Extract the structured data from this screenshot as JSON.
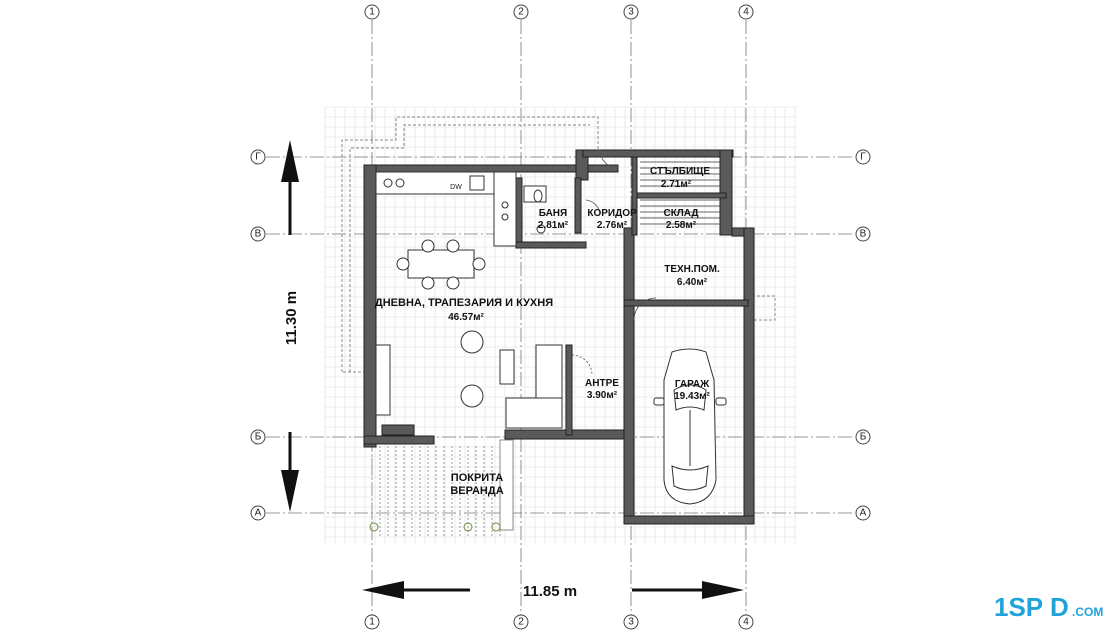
{
  "axes": {
    "vertical": [
      "1",
      "2",
      "3",
      "4"
    ],
    "horizontal": [
      "Г",
      "В",
      "Б",
      "А"
    ]
  },
  "rooms": {
    "living": {
      "name": "ДНЕВНА, ТРАПЕЗАРИЯ И КУХНЯ",
      "area": "46.57м²"
    },
    "bath": {
      "name": "БАНЯ",
      "area": "2.81м²"
    },
    "corridor": {
      "name": "КОРИДОР",
      "area": "2.76м²"
    },
    "stairs": {
      "name": "СТЪЛБИЩЕ",
      "area": "2.71м²"
    },
    "storage": {
      "name": "СКЛАД",
      "area": "2.58м²"
    },
    "tech": {
      "name": "ТЕХН.ПОМ.",
      "area": "6.40м²"
    },
    "entry": {
      "name": "АНТРЕ",
      "area": "3.90м²"
    },
    "garage": {
      "name": "ГАРАЖ",
      "area": "19.43м²"
    },
    "veranda": {
      "line1": "ПОКРИТА",
      "line2": "ВЕРАНДА"
    }
  },
  "dimensions": {
    "width": "11.85 m",
    "height": "11.30 m"
  },
  "fixtures": {
    "dishwasher": "DW"
  },
  "logo": {
    "part1": "1SP",
    "part2": "D",
    "part3": ".COM"
  }
}
